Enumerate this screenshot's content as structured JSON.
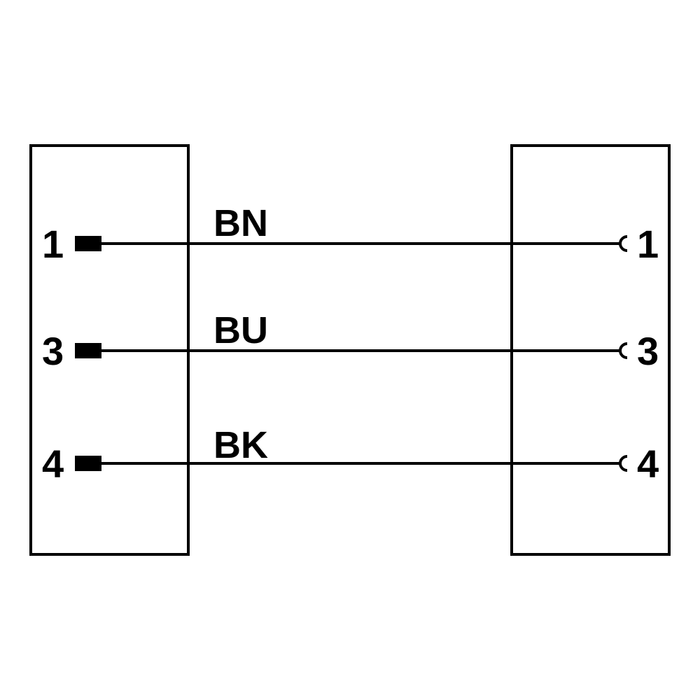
{
  "colors": {
    "ink": "#000000",
    "background": "#ffffff"
  },
  "connectors": {
    "left": {
      "contact_type": "male-pin",
      "pins": [
        "1",
        "3",
        "4"
      ]
    },
    "right": {
      "contact_type": "female-socket",
      "pins": [
        "1",
        "3",
        "4"
      ]
    }
  },
  "wires": [
    {
      "from_pin": "1",
      "to_pin": "1",
      "color_code": "BN"
    },
    {
      "from_pin": "3",
      "to_pin": "3",
      "color_code": "BU"
    },
    {
      "from_pin": "4",
      "to_pin": "4",
      "color_code": "BK"
    }
  ]
}
